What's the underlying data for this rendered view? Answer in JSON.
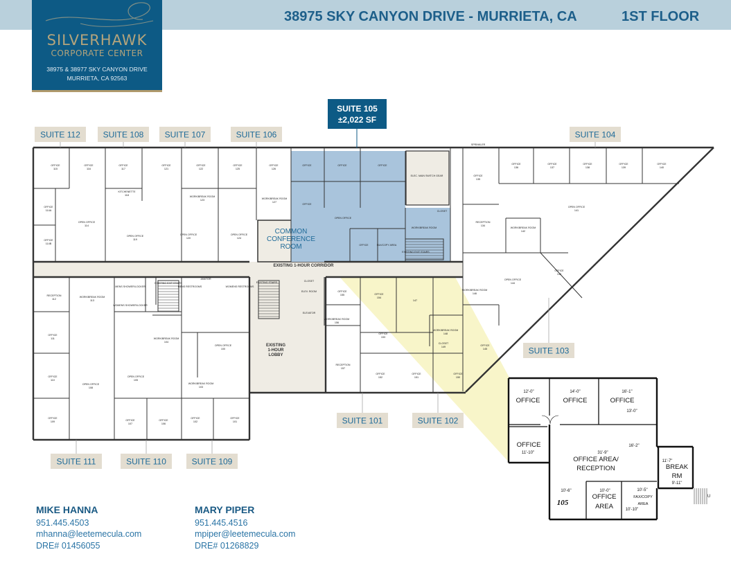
{
  "header": {
    "title": "38975 SKY CANYON DRIVE - MURRIETA, CA",
    "floor": "1ST FLOOR"
  },
  "logo": {
    "name": "SILVERHAWK",
    "subtitle": "CORPORATE CENTER",
    "address_line1": "38975 & 38977 SKY CANYON DRIVE",
    "address_line2": "MURRIETA, CA 92563"
  },
  "colors": {
    "brand_blue": "#0d5a85",
    "header_band": "#b9d0dc",
    "suite_105_fill": "#a9c4dc",
    "highlight_yellow": "#f7f3c0",
    "label_tag": "#e3ddd0",
    "gold": "#b09a6c"
  },
  "featured_suite": {
    "name": "SUITE 105",
    "area": "±2,022 SF"
  },
  "suites": [
    "SUITE 112",
    "SUITE 108",
    "SUITE 107",
    "SUITE 106",
    "SUITE 104",
    "SUITE 111",
    "SUITE 110",
    "SUITE 109",
    "SUITE 101",
    "SUITE 102",
    "SUITE 103"
  ],
  "common": {
    "conference": [
      "COMMON",
      "CONFERENCE",
      "ROOM"
    ],
    "corridor": "EXISTING 1-HOUR CORRIDOR",
    "lobby": [
      "EXISTING",
      "1-HOUR",
      "LOBBY"
    ]
  },
  "rooms": [
    [
      "OFFICE",
      "115"
    ],
    [
      "OFFICE",
      "116"
    ],
    [
      "OFFICE",
      "117"
    ],
    [
      "OFFICE",
      "121"
    ],
    [
      "OFFICE",
      "122"
    ],
    [
      "OFFICE",
      "125"
    ],
    [
      "OFFICE",
      "126"
    ],
    [
      "KITCHENETTE",
      "118"
    ],
    [
      "OFFICE",
      "114A"
    ],
    [
      "OPEN OFFICE",
      "114"
    ],
    [
      "OFFICE",
      "114B"
    ],
    [
      "OPEN OFFICE",
      "119"
    ],
    [
      "WORK/BREAK ROOM",
      "123"
    ],
    [
      "OPEN OFFICE",
      "120"
    ],
    [
      "OPEN OFFICE",
      "124"
    ],
    [
      "WORK/BREAK ROOM",
      "127"
    ],
    [
      "OFFICE",
      ""
    ],
    [
      "OFFICE",
      ""
    ],
    [
      "OFFICE",
      ""
    ],
    [
      "OFFICE",
      ""
    ],
    [
      "OPEN OFFICE",
      ""
    ],
    [
      "OFFICE",
      ""
    ],
    [
      "FAX/COPY AREA",
      ""
    ],
    [
      "WORK/BREAK ROOM",
      ""
    ],
    [
      "ELEC. MAIN SWITCH GEAR",
      ""
    ],
    [
      "CLOSET",
      ""
    ],
    [
      "EXISTING EXIT STAIRS",
      ""
    ],
    [
      "OFFICE",
      "135"
    ],
    [
      "OFFICE",
      "136"
    ],
    [
      "OFFICE",
      "137"
    ],
    [
      "OFFICE",
      "138"
    ],
    [
      "OFFICE",
      "139"
    ],
    [
      "OFFICE",
      "140"
    ],
    [
      "OPEN OFFICE",
      "141"
    ],
    [
      "RECEPTION",
      "134"
    ],
    [
      "WORK/BREAK ROOM",
      "142"
    ],
    [
      "OFFICE",
      "143"
    ],
    [
      "OPEN OFFICE",
      "144"
    ],
    [
      "WORK/BREAK ROOM",
      "146"
    ],
    [
      "OFFICE",
      "145"
    ],
    [
      "CLOSET",
      ""
    ],
    [
      "ELEV. ROOM",
      ""
    ],
    [
      "ELEVATOR",
      ""
    ],
    [
      "OFFICE",
      "155"
    ],
    [
      "OFFICE",
      "154"
    ],
    [
      "",
      "147"
    ],
    [
      "WORK/BREAK ROOM",
      "156"
    ],
    [
      "OFFICE",
      "153"
    ],
    [
      "WORK/BREAK ROOM",
      "148"
    ],
    [
      "CLOSET",
      "149"
    ],
    [
      "RECEPTION",
      "157"
    ],
    [
      "OFFICE",
      "152"
    ],
    [
      "OFFICE",
      "151"
    ],
    [
      "OFFICE",
      "150"
    ],
    [
      "RECEPTION",
      "112"
    ],
    [
      "WORK/BREAK ROOM",
      "113"
    ],
    [
      "MENS SHOWER/LOCKER",
      ""
    ],
    [
      "WOMENS SHOWER/LOCKER",
      ""
    ],
    [
      "EXISTING EXIT STAIRS",
      ""
    ],
    [
      "MENS RESTROOMS",
      ""
    ],
    [
      "JANITOR",
      ""
    ],
    [
      "WOMENS RESTROOMS",
      ""
    ],
    [
      "EXISTING STAIRS",
      ""
    ],
    [
      "OFFICE",
      "111"
    ],
    [
      "WORK/BREAK ROOM",
      "104"
    ],
    [
      "OPEN OFFICE",
      "100"
    ],
    [
      "OFFICE",
      "110"
    ],
    [
      "OPEN OFFICE",
      "108"
    ],
    [
      "OPEN OFFICE",
      "105"
    ],
    [
      "WORK/BREAK ROOM",
      "103"
    ],
    [
      "OFFICE",
      "109"
    ],
    [
      "OFFICE",
      "107"
    ],
    [
      "OFFICE",
      "106"
    ],
    [
      "OFFICE",
      "102"
    ],
    [
      "OFFICE",
      "101"
    ],
    [
      "SPRINKLER",
      ""
    ]
  ],
  "inset": {
    "suite_number": "105",
    "labels": [
      "OFFICE",
      "OFFICE",
      "OFFICE",
      "OFFICE",
      "OFFICE AREA/",
      "RECEPTION",
      "BREAK",
      "RM",
      "OFFICE",
      "AREA",
      "FAX/COPY",
      "AREA",
      "U"
    ],
    "dimensions": [
      "12'-0\"",
      "14'-0\"",
      "16'-1\"",
      "13'-0\"",
      "11'-10\"",
      "31'-9\"",
      "16'-2\"",
      "11'-7\"",
      "9'-11\"",
      "10'-6\"",
      "10'-0\"",
      "10'-5\"",
      "10'-10\""
    ]
  },
  "contacts": [
    {
      "name": "MIKE HANNA",
      "phone": "951.445.4503",
      "email": "mhanna@leetemecula.com",
      "dre": "DRE# 01456055"
    },
    {
      "name": "MARY PIPER",
      "phone": "951.445.4516",
      "email": "mpiper@leetemecula.com",
      "dre": "DRE# 01268829"
    }
  ]
}
